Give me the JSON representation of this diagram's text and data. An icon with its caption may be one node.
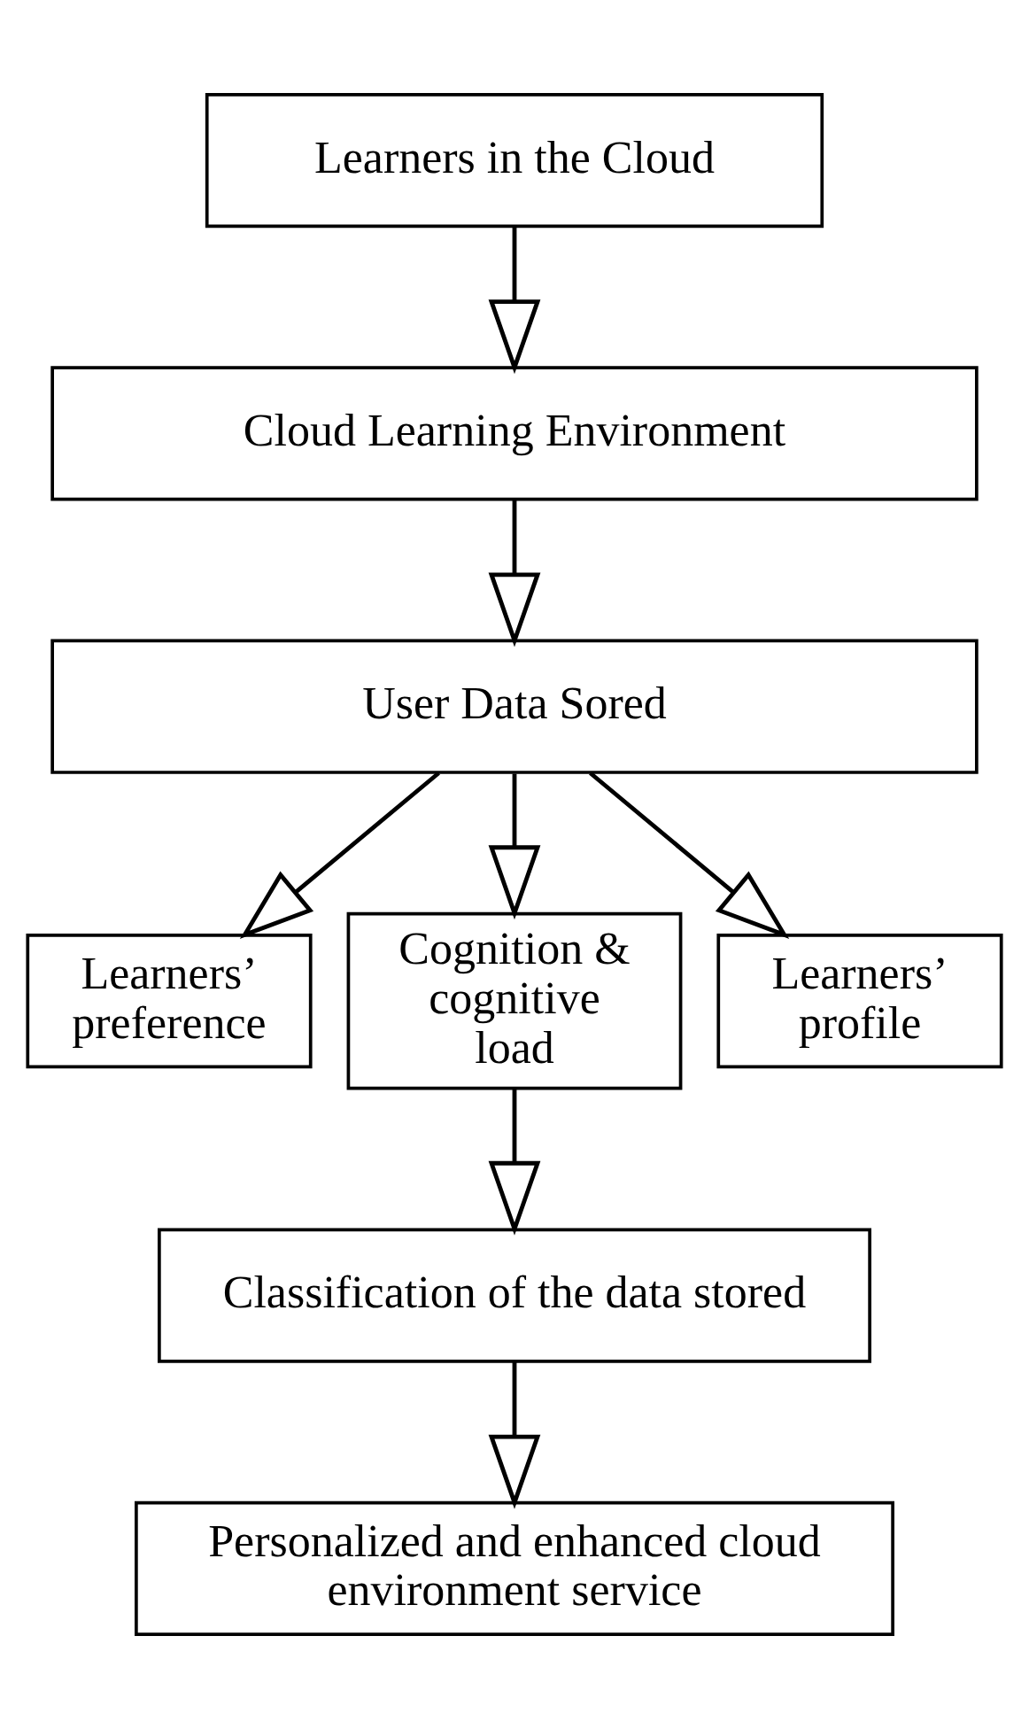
{
  "diagram": {
    "nodes": [
      {
        "text": [
          "Learners in the Cloud"
        ]
      },
      {
        "text": [
          "Cloud Learning Environment"
        ]
      },
      {
        "text": [
          "User Data Sored"
        ]
      },
      {
        "text": [
          "Learners’ preference"
        ]
      },
      {
        "text": [
          "Cognition & cognitive load"
        ]
      },
      {
        "text": [
          "Learners’ profile"
        ]
      },
      {
        "text": [
          "Classification of the data stored"
        ]
      },
      {
        "text": [
          "Personalized and enhanced cloud environment service"
        ]
      }
    ],
    "edges": [
      {
        "from": 0,
        "to": 1,
        "arrow": "to"
      },
      {
        "from": 1,
        "to": 2,
        "arrow": "to"
      },
      {
        "from": 2,
        "to": 3,
        "arrow": "to"
      },
      {
        "from": 2,
        "to": 4,
        "arrow": "to"
      },
      {
        "from": 2,
        "to": 5,
        "arrow": "to"
      },
      {
        "from": 4,
        "to": 6,
        "arrow": "to"
      },
      {
        "from": 6,
        "to": 7,
        "arrow": "to"
      }
    ]
  }
}
